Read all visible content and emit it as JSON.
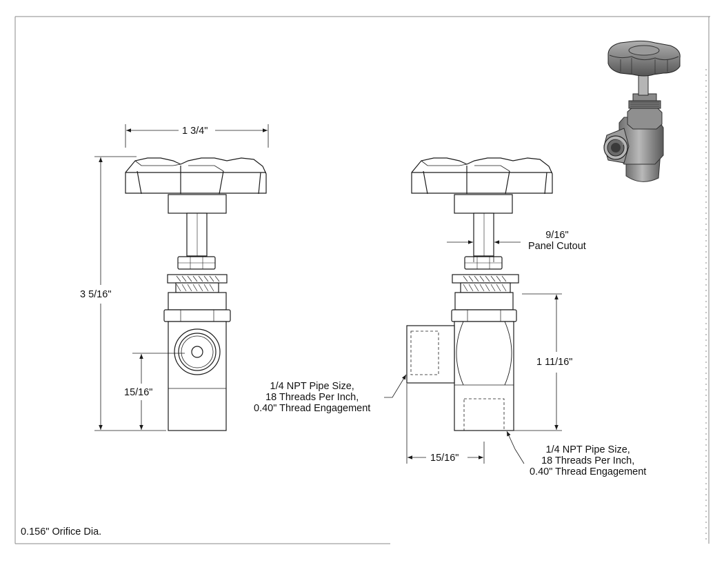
{
  "drawing": {
    "overall_width": "1 3/4\"",
    "overall_height": "3 5/16\"",
    "inlet_height_left": "15/16\"",
    "panel_cutout": {
      "value": "9/16\"",
      "label": "Panel Cutout"
    },
    "body_height": "1 11/16\"",
    "side_port_offset": "15/16\"",
    "side_port_note": {
      "line1": "1/4 NPT Pipe Size,",
      "line2": "18 Threads Per Inch,",
      "line3": "0.40\" Thread Engagement"
    },
    "bottom_port_note": {
      "line1": "1/4 NPT Pipe Size,",
      "line2": "18 Threads Per Inch,",
      "line3": "0.40\" Thread Engagement"
    },
    "orifice": "0.156\" Orifice Dia."
  },
  "colors": {
    "line": "#1a1a1a",
    "frame": "#8a8a8a",
    "render_body": "#8c8c8c",
    "render_dark": "#3a3a3a",
    "render_light": "#c9c9c9"
  }
}
